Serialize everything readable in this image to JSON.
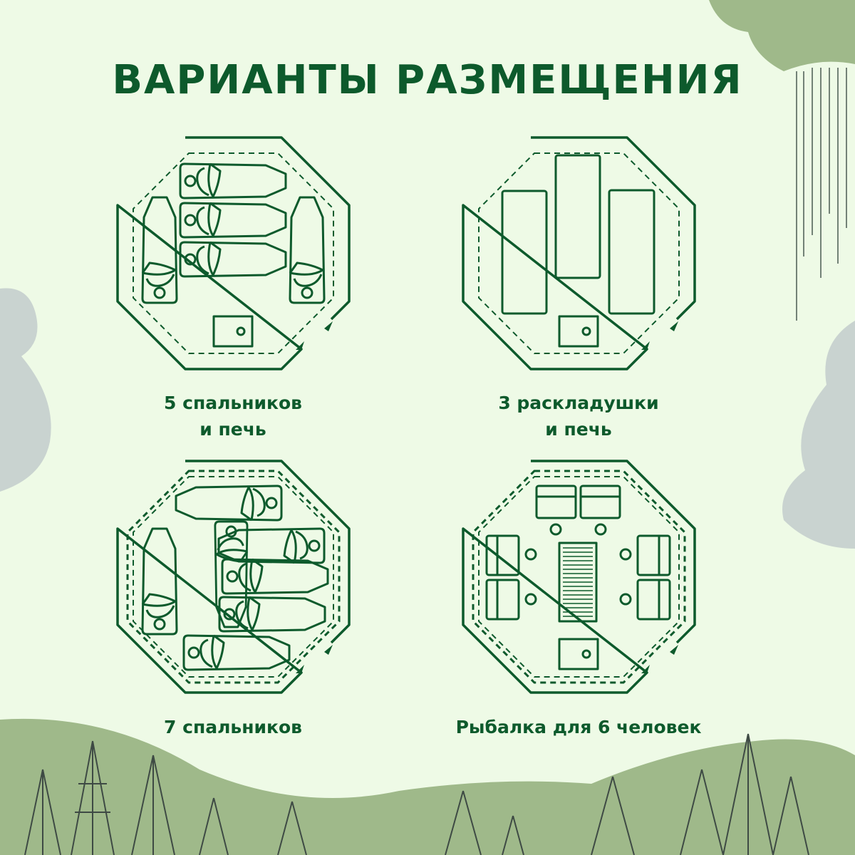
{
  "title": "ВАРИАНТЫ РАЗМЕЩЕНИЯ",
  "layouts": [
    {
      "line1": "5 спальников",
      "line2": "и печь"
    },
    {
      "line1": "3 раскладушки",
      "line2": "и печь"
    },
    {
      "line1": "7 спальников"
    },
    {
      "line1": "Рыбалка для 6 человек"
    }
  ],
  "colors": {
    "primary": "#0d5a2c",
    "background": "#eefae6",
    "hills": "#9fb98a",
    "stone": "#c9d3d0"
  }
}
